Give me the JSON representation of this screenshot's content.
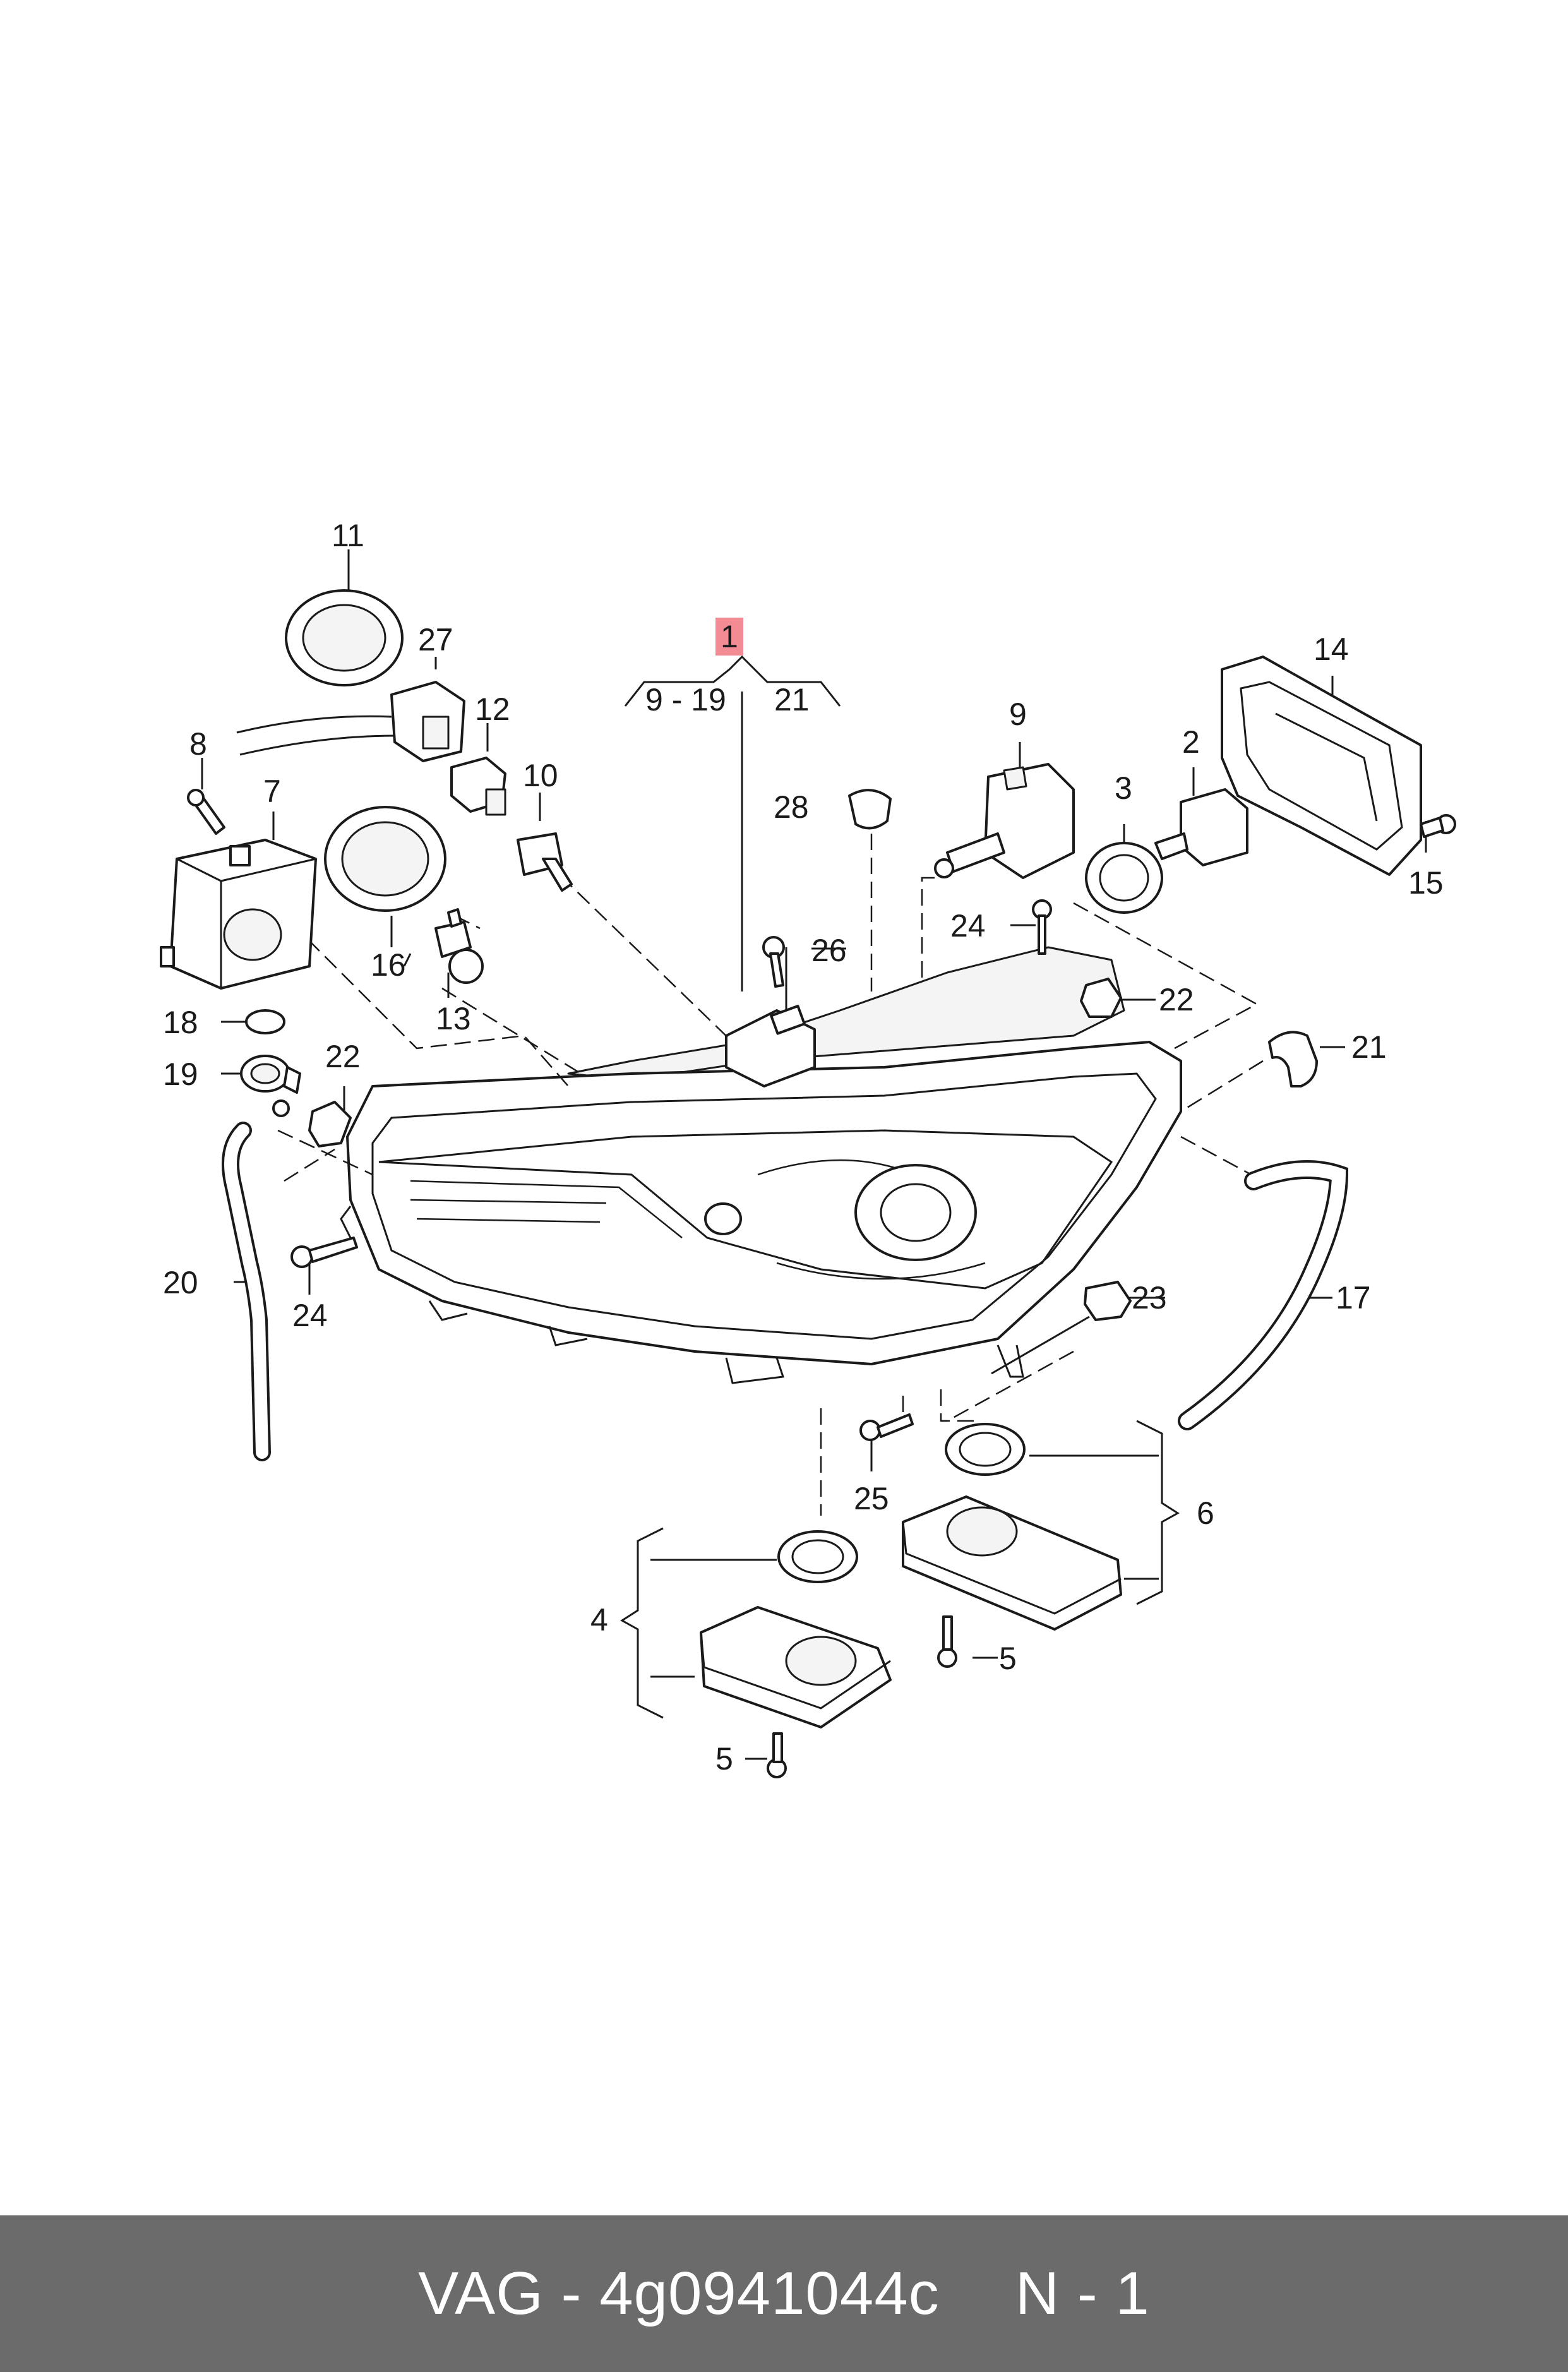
{
  "diagram": {
    "callouts": {
      "c1": "1",
      "c9_19": "9 - 19",
      "c21_top": "21",
      "c2": "2",
      "c3": "3",
      "c4": "4",
      "c5a": "5",
      "c5b": "5",
      "c6": "6",
      "c7": "7",
      "c8": "8",
      "c9": "9",
      "c10": "10",
      "c11": "11",
      "c12": "12",
      "c13": "13",
      "c14": "14",
      "c15": "15",
      "c16": "16",
      "c17": "17",
      "c18": "18",
      "c19": "19",
      "c20": "20",
      "c21": "21",
      "c22a": "22",
      "c22b": "22",
      "c23": "23",
      "c24a": "24",
      "c24b": "24",
      "c25": "25",
      "c26": "26",
      "c27": "27",
      "c28": "28"
    },
    "highlight_color": "#f28b93"
  },
  "footer": {
    "part_ref": "VAG - 4g0941044c",
    "position": "N - 1",
    "background": "#6b6b6b"
  }
}
